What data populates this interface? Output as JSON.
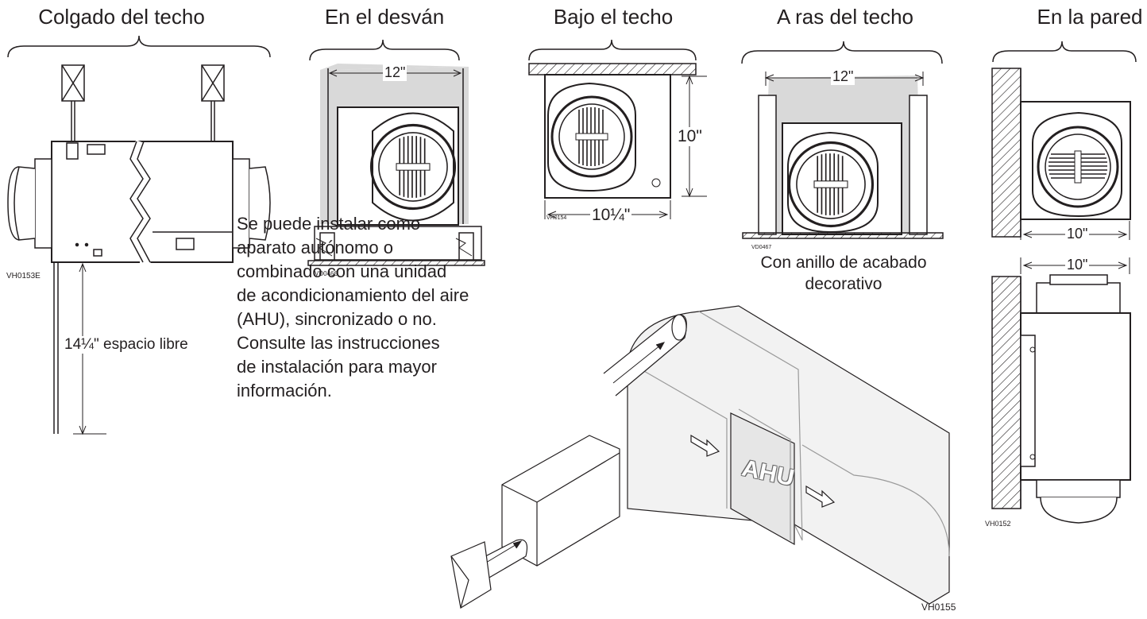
{
  "headings": [
    "Colgado del techo",
    "En el desván",
    "Bajo el techo",
    "A ras del techo",
    "En la pared"
  ],
  "dimensions": {
    "attic_width": "12\"",
    "under_ceiling_height": "10\"",
    "under_ceiling_width": "10¼\"",
    "flush_width": "12\"",
    "wall_width_top": "10\"",
    "wall_width_bottom": "10\"",
    "hanging_clearance": "14¼\" espacio libre"
  },
  "codes": {
    "hanging": "VH0153E",
    "attic": "VD0466",
    "under_ceiling": "VH0154",
    "flush": "VD0467",
    "wall": "VH0152",
    "ahu": "VH0155"
  },
  "captions": {
    "flush_note": [
      "Con anillo de acabado",
      "decorativo"
    ]
  },
  "body_text": [
    "Se puede instalar como",
    "aparato autónomo o",
    "combinado con una unidad",
    "de acondicionamiento del aire",
    "(AHU), sincronizado o no.",
    "Consulte las instrucciones",
    "de instalación para mayor",
    "información."
  ],
  "ahu_label": "AHU",
  "colors": {
    "line": "#231f20",
    "shade": "#d9d9d9",
    "duct_fill": "#f2f2f2"
  }
}
